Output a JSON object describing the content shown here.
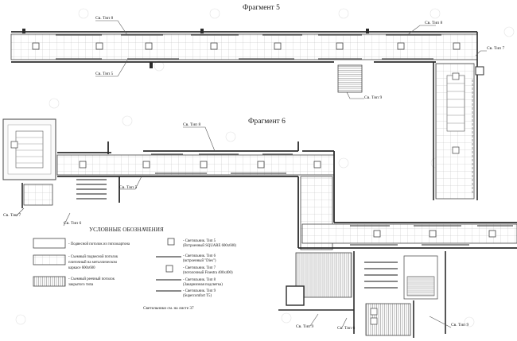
{
  "titles": {
    "fragment5": "Фрагмент 5",
    "fragment6": "Фрагмент 6"
  },
  "callouts": {
    "type5": "Св. Тип 5",
    "type6": "Св. Тип 6",
    "type7": "Св. Тип 7",
    "type8": "Св. Тип 8",
    "type9": "Св. Тип 9"
  },
  "legend": {
    "title": "УСЛОВНЫЕ ОБОЗНАЧЕНИЯ",
    "ceilings": [
      {
        "text": "- Подвесной потолок из гипсокартона"
      },
      {
        "text": "- Съемный подвесной потолок\nплиточный на металлическом\nкаркасе 600х600"
      },
      {
        "text": "- Съемный реечный потолок\nзакрытого типа"
      }
    ],
    "lights": [
      {
        "text": "- Светильник. Тип 5\n(Встроенный SQUARE 600х600)"
      },
      {
        "text": "- Светильник. Тип 6\n(встроенный \"Dies\")"
      },
      {
        "text": "- Светильник. Тип 7\n(потолочный Finestra 400х400)"
      },
      {
        "text": "- Светильник. Тип 8\n(Закарнизная подсветка)"
      },
      {
        "text": "- Светильник. Тип 9\n(Supercomfort T5)"
      }
    ],
    "note": "Светильники см. на листе 37"
  },
  "colors": {
    "wall": "#2b2b2b",
    "grid": "#b9b9b9",
    "line": "#555555",
    "faint": "#dcdcdc"
  }
}
